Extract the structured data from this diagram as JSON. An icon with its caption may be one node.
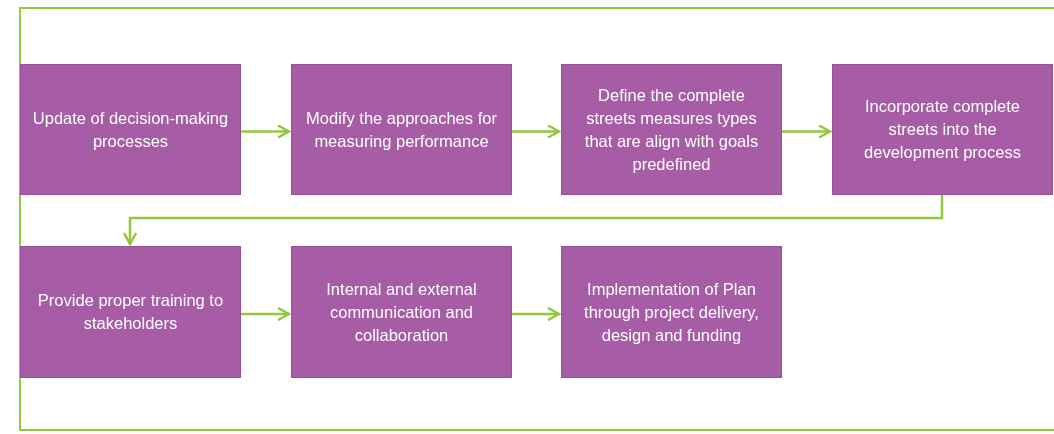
{
  "diagram": {
    "nodes": [
      {
        "text": [
          "Update of decision-making processes"
        ]
      },
      {
        "text": [
          "Modify the approaches for measuring performance"
        ]
      },
      {
        "text": [
          "Define the complete streets measures types that are align with goals predefined"
        ]
      },
      {
        "text": [
          "Incorporate complete streets into the development process"
        ]
      },
      {
        "text": [
          "Provide proper training to stakeholders"
        ]
      },
      {
        "text": [
          "Internal and external communication and collaboration"
        ]
      },
      {
        "text": [
          "Implementation of Plan through project delivery, design and funding"
        ]
      }
    ],
    "edges": [
      {
        "from": 0,
        "to": 1,
        "arrow": "to"
      },
      {
        "from": 1,
        "to": 2,
        "arrow": "to"
      },
      {
        "from": 2,
        "to": 3,
        "arrow": "to"
      },
      {
        "from": 3,
        "to": 4,
        "arrow": "to"
      },
      {
        "from": 4,
        "to": 5,
        "arrow": "to"
      },
      {
        "from": 5,
        "to": 6,
        "arrow": "to"
      }
    ]
  }
}
